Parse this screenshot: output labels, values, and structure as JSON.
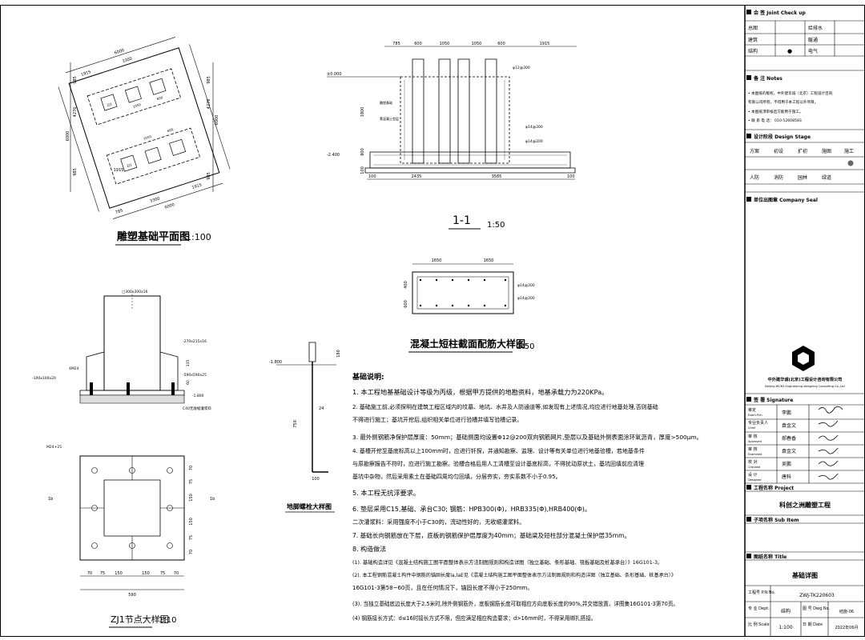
{
  "titles": {
    "plan": "雕塑基础平面图",
    "plan_scale": "1:100",
    "section": "1-1",
    "section_scale": "1:50",
    "column_detail": "混凝土短柱截面配筋大样图",
    "column_detail_scale": "1:50",
    "node": "ZJ1节点大样图",
    "node_scale": "1:10",
    "anchor": "地脚螺栓大样图"
  },
  "plan_dims": {
    "top_total": "6000",
    "top_a": "1915",
    "top_b": "3300",
    "top_c": "1915",
    "bot_a": "785",
    "bot_b": "3300",
    "bot_c": "1915",
    "bot_total": "6000",
    "left_total": "6000",
    "left_a": "4276",
    "left_b": "985",
    "left_c": "985",
    "right_total": "6000",
    "right_a": "4276",
    "right_b": "985",
    "right_c": "985",
    "inner_1": "1050",
    "inner_2": "1050",
    "inner_3": "600",
    "inner_4": "600",
    "tag_zj": "ZJ1",
    "tag_zj2": "ZJ1"
  },
  "section_dims": {
    "top_1": "785",
    "top_2": "600",
    "top_3": "1050",
    "top_4": "1050",
    "top_5": "600",
    "top_6": "1915",
    "bot_1": "100",
    "bot_2": "2435",
    "bot_3": "3585",
    "bot_4": "100",
    "height_1": "1800",
    "height_2": "800",
    "height_3": "100",
    "el_top": "±0.000",
    "el_bot": "-2.400",
    "note_1": "φ14@200",
    "note_2": "φ14@200",
    "note_3": "φ12@200",
    "note_4": "雕塑基础",
    "note_5": "素混凝土垫层"
  },
  "column_dims": {
    "w1": "1650",
    "w2": "1650",
    "h1": "400",
    "h2": "600",
    "r1": "φ14@200",
    "r2": "φ14@200"
  },
  "node_dims": {
    "top_label": "□300x300x16",
    "plate_label": "-270x215x16",
    "base_label": "-590x590x25",
    "grout": "C40无收缩灌浆料",
    "el": "-1.800",
    "bolt": "4M24",
    "stiff": "-100x100x20",
    "h1": "135",
    "h2": "60",
    "w_total": "590",
    "b1": "70",
    "b2": "75",
    "b3": "150",
    "b4": "150",
    "b5": "75",
    "b6": "70",
    "side_1": "70",
    "side_2": "75",
    "side_3": "150",
    "side_4": "150",
    "side_5": "75",
    "side_6": "70",
    "tag_1": "1b",
    "tag_2": "1b",
    "label_1": "M24+25"
  },
  "anchor_dims": {
    "el": "-1.800",
    "h1": "180",
    "h2": "750",
    "w": "100",
    "d": "24"
  },
  "notes": {
    "heading": "基础说明:",
    "items": [
      "1. 本工程地基基础设计等级为丙级，根据甲方提供的地勘资料，地基承载力为220KPa。",
      "2. 基础施工前,必须探明在建筑工程区域内的坟墓、地坑、水井及人防通道等,如发现有上述情况,均应进行地基处理,否则基础",
      "   不得进行施工；基坑开挖后,组织相关单位进行验槽并填写验槽记录。",
      "3. 最外侧钢筋净保护层厚度：50mm；基础侧面均设置Φ12@200双向钢筋网片,垫层以及基础外侧表面涂环氧沥青，厚度>500μm。",
      "4. 基槽开挖至基底标高以上100mm时，应进行钎探，并通知勘察、监理、设计等有关单位进行地基验槽，若地基条件",
      "   与原勘察报告不符时，应进行施工勘察。验槽合格后用人工清槽至设计基底标高，不得扰动原状土，基坑回填前应清理",
      "   基坑中杂物，然后采用素土在基础四周均匀回填，分层夯实，夯实系数不小于0.95。",
      "5. 本工程无抗浮要求。",
      "6. 垫层采用C15,基础、承台C30; 钢筋：HPB300(Φ)，HRB335(Φ),HRB400(Φ)。",
      "   二次灌浆料：采用强度不小于C30的，流动性好的，无收缩灌浆料。",
      "7. 基础长向钢筋放在下层，底板的钢筋保护层厚度为40mm；基础梁及短柱部分混凝土保护层35mm。",
      "8. 构造做法",
      "(1). 基础构造详见《混凝土结构施工图平面整体表示方法制图规则和构造详图（独立基础、条形基础、筏板基础及桩基承台）》16G101-3。",
      "(2). 本工程钢筋混凝土构件中钢筋的锚固长度la,laE见《混凝土结构施工图平面整体表示方法制图规则和构造详图（独立基础、条形基础、桩基承台）》",
      "     16G101-3第58~60页，且在任何情况下，锚固长度不得小于250mm。",
      "(3). 当独立基础底边长度大于2.5米时,除外侧钢筋外，底板钢筋长度可取相应方向底板长度的90%,并交错放置，详图集16G101-3第70页。",
      "(4) 钢筋接长方式：d≤16时接长方式不限，但应满足相应构造要求；d>16mm时，不得采用绑扎搭接。"
    ]
  },
  "title_block": {
    "joint_check": "会 签 Joint Check up",
    "jc_rows": [
      [
        "总图",
        "",
        "给排水",
        ""
      ],
      [
        "建筑",
        "",
        "暖通",
        ""
      ],
      [
        "结构",
        "●",
        "电气",
        ""
      ]
    ],
    "notes_head": "备 注 Notes",
    "notes_lines": [
      "• 本图纸的版权，中外建华诚（北京）工程设计咨询",
      "  有限公司所有，不得用于本工程以外项目。",
      "• 本图纸须审核后方能用于施工。",
      "• 联 系 电 话：  010-52608583"
    ],
    "stage_head": "设计阶段 Design Stage",
    "stage_row1": [
      "方案",
      "初设",
      "扩初",
      "施图",
      "施工"
    ],
    "stage_row2": [
      "人防",
      "消防",
      "园林",
      "绿道"
    ],
    "seal_head": "单位出图章 Company Seal",
    "company_cn": "中外建华诚(北京)工程设计咨询有限公司",
    "company_en": "Beijing WCKS Engineering designing Consulting Co.,Ltd",
    "sign_head": "签 署 Signature",
    "sign_rows": [
      [
        "审定",
        "Exam.Prin",
        "李鹏"
      ],
      [
        "专业负责人",
        "Chief",
        "袁金文"
      ],
      [
        "审 核",
        "Approved",
        "郝春香"
      ],
      [
        "审 核",
        "Examined",
        "袁金文"
      ],
      [
        "校 对",
        "Checked",
        "吴鹏"
      ],
      [
        "设 计",
        "Designed",
        "唐科"
      ]
    ],
    "project_head": "工程名称 Project",
    "project_name": "科创之洲雕塑工程",
    "subitem_head": "子项名称 Sub Item",
    "drawing_head": "图纸名称 Title",
    "drawing_name": "基础详图",
    "proj_no_label": "工程号 P.N.No.",
    "proj_no": "ZWJ-TK220603",
    "dept_label": "专 业 Dept.",
    "dept": "结构",
    "dwg_no_label": "图 号 Dwg.No.",
    "dwg_no": "结施-06",
    "scale_label": "比 例 Scale",
    "scale": "1:100",
    "date_label": "日 期 Date",
    "date": "2022年06月"
  }
}
